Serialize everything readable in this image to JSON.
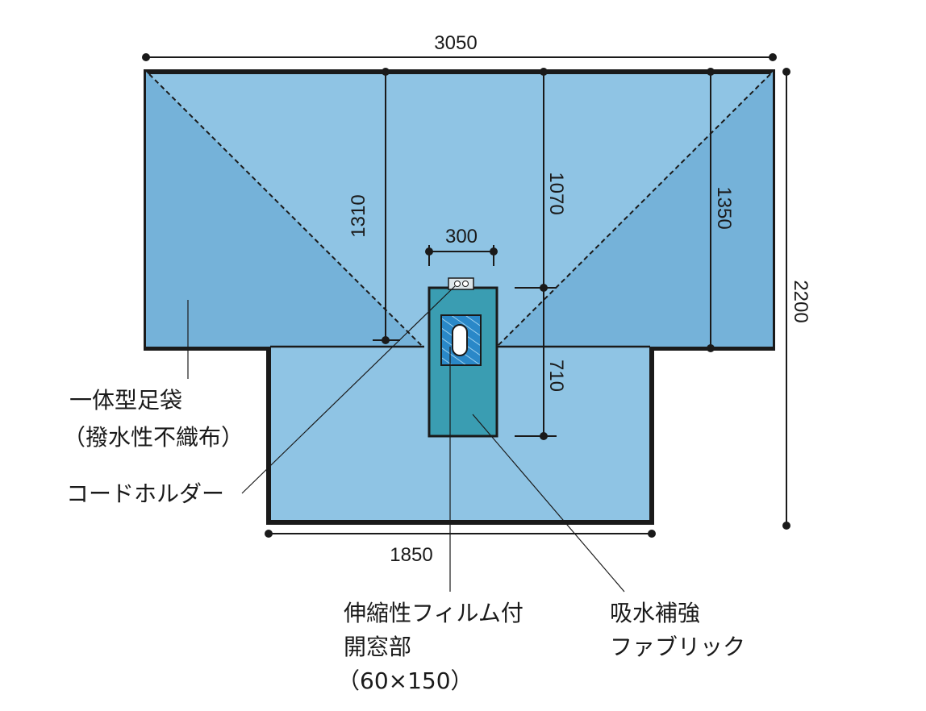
{
  "dimensions": {
    "overall_width": "3050",
    "overall_height": "2200",
    "lower_width": "1850",
    "left_drop": "1310",
    "center_upper": "1070",
    "center_lower": "710",
    "right_drop": "1350",
    "fabric_width": "300"
  },
  "labels": {
    "foot_bag_line1": "一体型足袋",
    "foot_bag_line2": "（撥水性不織布）",
    "cord_holder": "コードホルダー",
    "window_line1": "伸縮性フィルム付",
    "window_line2": "開窓部",
    "window_line3": "（60×150）",
    "fabric_line1": "吸水補強",
    "fabric_line2": "ファブリック"
  },
  "colors": {
    "drape_light": "#8fc4e4",
    "foot_bag": "#75b2d9",
    "reinforcement": "#3a9db2",
    "film_window": "#2a88c8",
    "outline": "#1a1a1a"
  }
}
